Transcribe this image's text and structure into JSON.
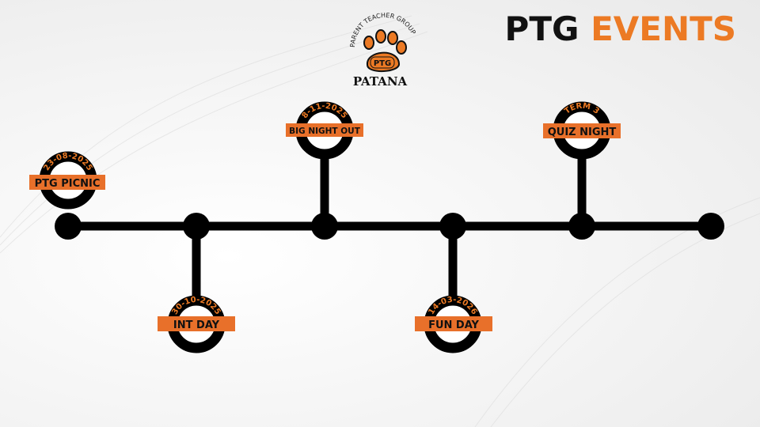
{
  "header": {
    "title_part1": "PTG",
    "title_part2": "EVENTS"
  },
  "logo": {
    "arc_text": "PARENT TEACHER GROUP",
    "badge": "PTG",
    "name": "PATANA"
  },
  "colors": {
    "accent": "#ec7a24",
    "line": "#000000"
  },
  "events": [
    {
      "name": "PTG PICNIC",
      "date": "23-08-2025"
    },
    {
      "name": "INT DAY",
      "date": "30-10-2025"
    },
    {
      "name": "BIG NIGHT OUT",
      "date": "8-11-2025"
    },
    {
      "name": "FUN DAY",
      "date": "14-03-2026"
    },
    {
      "name": "QUIZ NIGHT",
      "date": "TERM 3"
    }
  ]
}
